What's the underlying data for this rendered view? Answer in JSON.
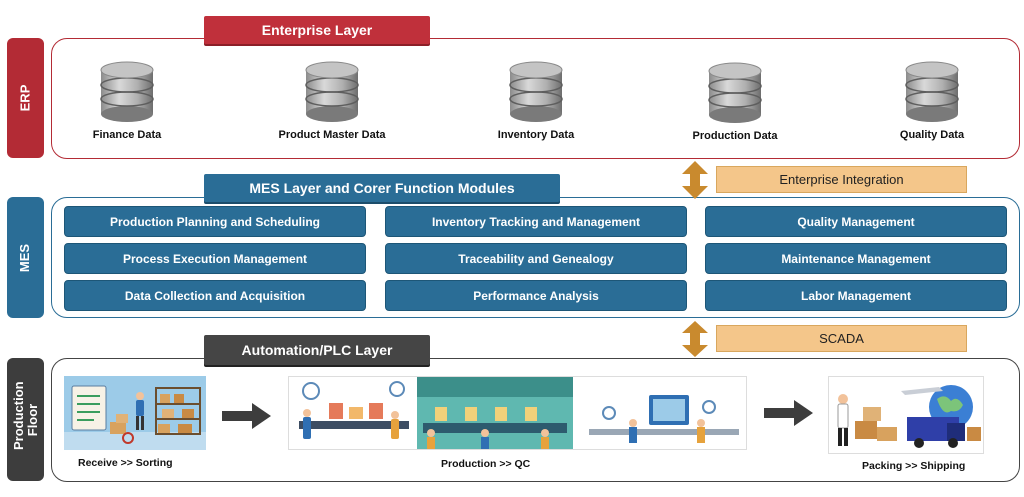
{
  "erp": {
    "side_label": "ERP",
    "title": "Enterprise Layer",
    "databases": [
      {
        "label": "Finance Data",
        "icon": "database-icon"
      },
      {
        "label": "Product Master Data",
        "icon": "database-icon"
      },
      {
        "label": "Inventory Data",
        "icon": "database-icon"
      },
      {
        "label": "Production Data",
        "icon": "database-icon"
      },
      {
        "label": "Quality Data",
        "icon": "database-icon"
      }
    ]
  },
  "mes": {
    "side_label": "MES",
    "title": "MES Layer and Corer Function Modules",
    "modules": [
      "Production Planning and Scheduling",
      "Inventory Tracking and Management",
      "Quality Management",
      "Process Execution Management",
      "Traceability and Genealogy",
      "Maintenance Management",
      "Data Collection and Acquisition",
      "Performance Analysis",
      "Labor Management"
    ]
  },
  "integration": {
    "enterprise": "Enterprise Integration",
    "scada": "SCADA"
  },
  "production": {
    "side_label": "Production Floor",
    "title": "Automation/PLC Layer",
    "stages": [
      {
        "caption": "Receive >> Sorting"
      },
      {
        "caption": "Production >> QC"
      },
      {
        "caption": "Packing >> Shipping"
      }
    ]
  },
  "colors": {
    "erp": "#b32b35",
    "mes": "#2a6d96",
    "production": "#3d3d3d",
    "integration": "#f4c68a",
    "arrow": "#c98a2e"
  }
}
